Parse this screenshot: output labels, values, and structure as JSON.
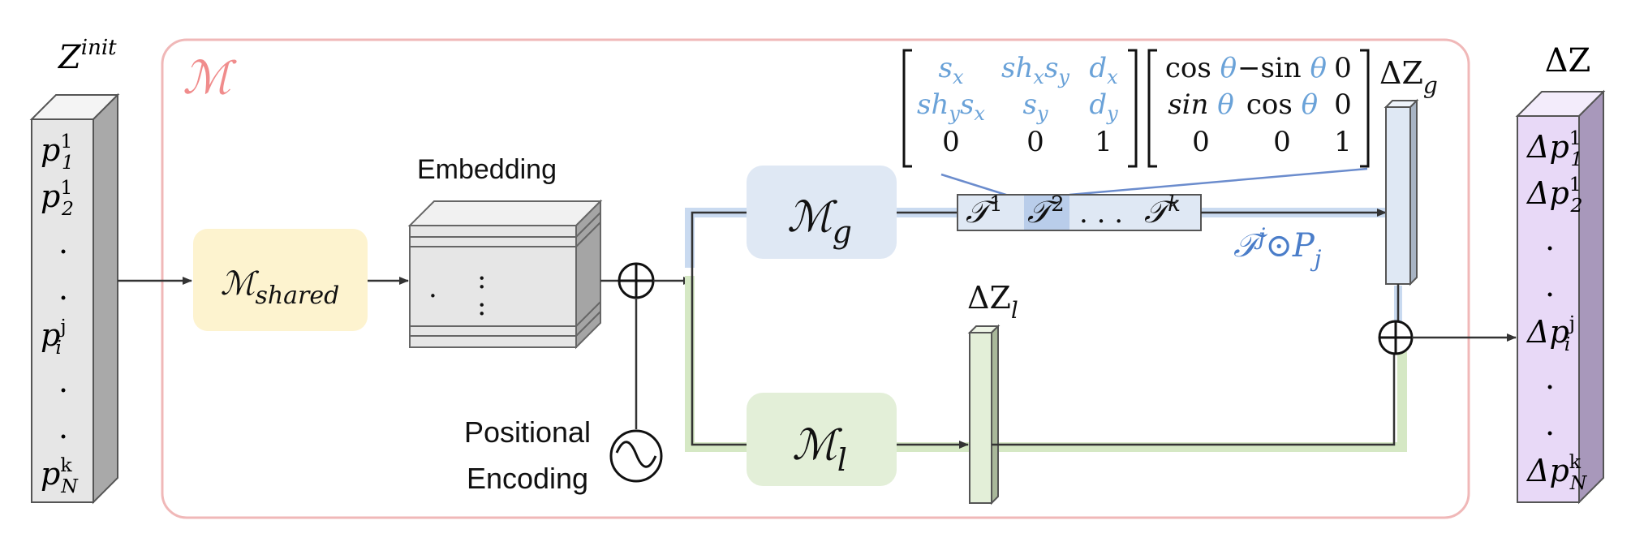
{
  "input_stack": {
    "title_base": "Z",
    "title_sup": "init",
    "rows": [
      {
        "base": "p",
        "sup": "1",
        "sub": "1"
      },
      {
        "base": "p",
        "sup": "1",
        "sub": "2"
      },
      {
        "dots": "."
      },
      {
        "dots": "."
      },
      {
        "base": "p",
        "sup": "j",
        "sub": "i"
      },
      {
        "dots": "."
      },
      {
        "dots": "."
      },
      {
        "base": "p",
        "sup": "k",
        "sub": "N"
      }
    ]
  },
  "model_box": {
    "label": "ℳ"
  },
  "shared_module": {
    "base": "ℳ",
    "sub": "shared"
  },
  "embedding": {
    "label": "Embedding",
    "dots_h": ". ",
    "dots_v": ":"
  },
  "positional_encoding": {
    "line1": "Positional",
    "line2": "Encoding"
  },
  "global_module": {
    "base": "ℳ",
    "sub": "g"
  },
  "local_module": {
    "base": "ℳ",
    "sub": "l"
  },
  "transform_strip": {
    "t1": "𝒯",
    "t1_sup": "1",
    "t2": "𝒯",
    "t2_sup": "2",
    "dots": ". . .",
    "tk": "𝒯",
    "tk_sup": "k"
  },
  "transform_apply": {
    "t": "𝒯",
    "sup": "j",
    "op": "⊙",
    "p": "P",
    "sub": "j"
  },
  "delta_zg": {
    "base": "ΔZ",
    "sub": "g"
  },
  "delta_zl": {
    "base": "ΔZ",
    "sub": "l"
  },
  "output_stack": {
    "title": "ΔZ",
    "rows": [
      {
        "base": "Δp",
        "sup": "1",
        "sub": "1"
      },
      {
        "base": "Δp",
        "sup": "1",
        "sub": "2"
      },
      {
        "dots": "."
      },
      {
        "dots": "."
      },
      {
        "base": "Δp",
        "sup": "j",
        "sub": "i"
      },
      {
        "dots": "."
      },
      {
        "dots": "."
      },
      {
        "base": "Δp",
        "sup": "k",
        "sub": "N"
      }
    ]
  },
  "matrix_scale": {
    "r1": [
      "s",
      "x",
      "sh",
      "x",
      "s",
      "y",
      "d",
      "x"
    ],
    "cells": [
      [
        {
          "b": "s",
          "s": "x"
        },
        {
          "b": "sh",
          "s": "x",
          "b2": "s",
          "s2": "y"
        },
        {
          "b": "d",
          "s": "x"
        }
      ],
      [
        {
          "b": "sh",
          "s": "y",
          "b2": "s",
          "s2": "x"
        },
        {
          "b": "s",
          "s": "y"
        },
        {
          "b": "d",
          "s": "y"
        }
      ],
      [
        {
          "b": "0"
        },
        {
          "b": "0"
        },
        {
          "b": "1"
        }
      ]
    ]
  },
  "matrix_rotation": {
    "cells": [
      [
        {
          "f": "cos",
          "v": "θ"
        },
        {
          "f": "−sin",
          "v": "θ"
        },
        {
          "b": "0"
        }
      ],
      [
        {
          "f": "sin",
          "v": "θ"
        },
        {
          "f": "cos",
          "v": "θ"
        },
        {
          "b": "0"
        }
      ],
      [
        {
          "b": "0"
        },
        {
          "b": "0"
        },
        {
          "b": "1"
        }
      ]
    ]
  },
  "colors": {
    "outer_border": "#f0b8b8",
    "model_label": "#f08c8c",
    "shared_fill": "#fdf3cf",
    "global_fill": "#dfe8f4",
    "local_fill": "#e3efd8",
    "blue_accent": "#4a7dc9",
    "matrix_blue": "#6aa2d8",
    "output_fill": "#e8d9f7"
  }
}
